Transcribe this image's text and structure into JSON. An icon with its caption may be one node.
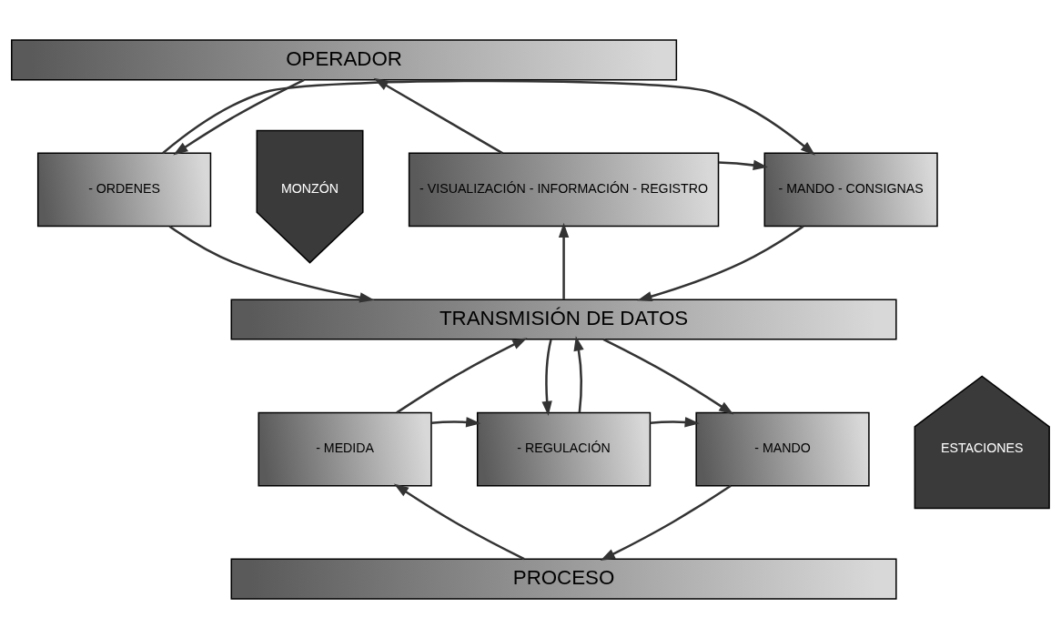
{
  "diagram": {
    "nodes": [
      {
        "text": [
          "OPERADOR"
        ]
      },
      {
        "text": [
          "MONZÓN"
        ]
      },
      {
        "text": [
          "- VISUALIZACIÓN - INFORMACIÓN - REGISTRO"
        ]
      },
      {
        "text": [
          "- MANDO - CONSIGNAS"
        ]
      },
      {
        "text": [
          "- ORDENES"
        ]
      },
      {
        "text": [
          "TRANSMISIÓN DE DATOS"
        ]
      },
      {
        "text": [
          "ESTACIONES"
        ]
      },
      {
        "text": [
          "- MEDIDA"
        ]
      },
      {
        "text": [
          "- REGULACIÓN"
        ]
      },
      {
        "text": [
          "- MANDO"
        ]
      },
      {
        "text": [
          "PROCESO"
        ]
      }
    ],
    "edges": [
      {
        "from": 2,
        "to": 0,
        "arrow": "to"
      },
      {
        "from": 0,
        "to": 4,
        "arrow": "to"
      },
      {
        "from": 2,
        "to": 3,
        "arrow": "to"
      },
      {
        "from": 4,
        "to": 3,
        "arrow": "to"
      },
      {
        "from": 3,
        "to": 5,
        "arrow": "to"
      },
      {
        "from": 4,
        "to": 5,
        "arrow": "to"
      },
      {
        "from": 5,
        "to": 2,
        "arrow": "to"
      },
      {
        "from": 7,
        "to": 5,
        "arrow": "to"
      },
      {
        "from": 5,
        "to": 8,
        "arrow": "to"
      },
      {
        "from": 8,
        "to": 5,
        "arrow": "to"
      },
      {
        "from": 5,
        "to": 9,
        "arrow": "to"
      },
      {
        "from": 7,
        "to": 8,
        "arrow": "to"
      },
      {
        "from": 8,
        "to": 9,
        "arrow": "to"
      },
      {
        "from": 9,
        "to": 10,
        "arrow": "to"
      },
      {
        "from": 10,
        "to": 7,
        "arrow": "to"
      }
    ]
  }
}
